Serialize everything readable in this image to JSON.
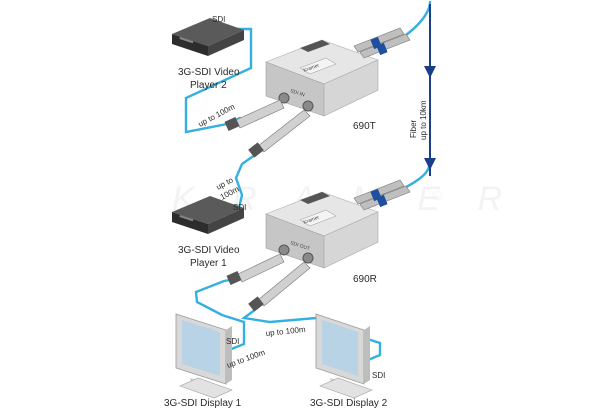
{
  "colors": {
    "cable": "#33b0e0",
    "fiber_arrow": "#1a3f8a",
    "device_top": "#e4e4e4",
    "device_side": "#c9c9c9",
    "device_front": "#b5b5b5",
    "player_dark": "#3a3a3a",
    "monitor_frame": "#d8d8d8",
    "screen": "#b8d2e6",
    "watermark": "#eeeeee"
  },
  "labels": {
    "sdi_top": "SDI",
    "player2": [
      "3G-SDI Video",
      "Player 2"
    ],
    "up_to_100m_a": "up to 100m",
    "up_to_100m_b": [
      "up to",
      "100m"
    ],
    "sdi_mid": "SDI",
    "player1": [
      "3G-SDI Video",
      "Player 1"
    ],
    "device_690t": "690T",
    "device_690r": "690R",
    "fiber": [
      "Fiber",
      "up to 10km"
    ],
    "sdi_bottom_left": "SDI",
    "up_to_100m_c": "up to 100m",
    "up_to_100m_d": "up to 100m",
    "sdi_bottom_right": "SDI",
    "display1": "3G-SDI Display 1",
    "display2": "3G-SDI Display 2",
    "device_top_logo": "Kramer",
    "device_t_port_label": "SDI IN",
    "device_r_port_label": "SDI OUT",
    "watermark": "©"
  },
  "icons": {
    "player": "video-player-icon",
    "monitor": "monitor-icon",
    "transmitter": "fiber-transmitter-icon",
    "receiver": "fiber-receiver-icon",
    "fiber_connector": "lc-fiber-connector-icon"
  }
}
